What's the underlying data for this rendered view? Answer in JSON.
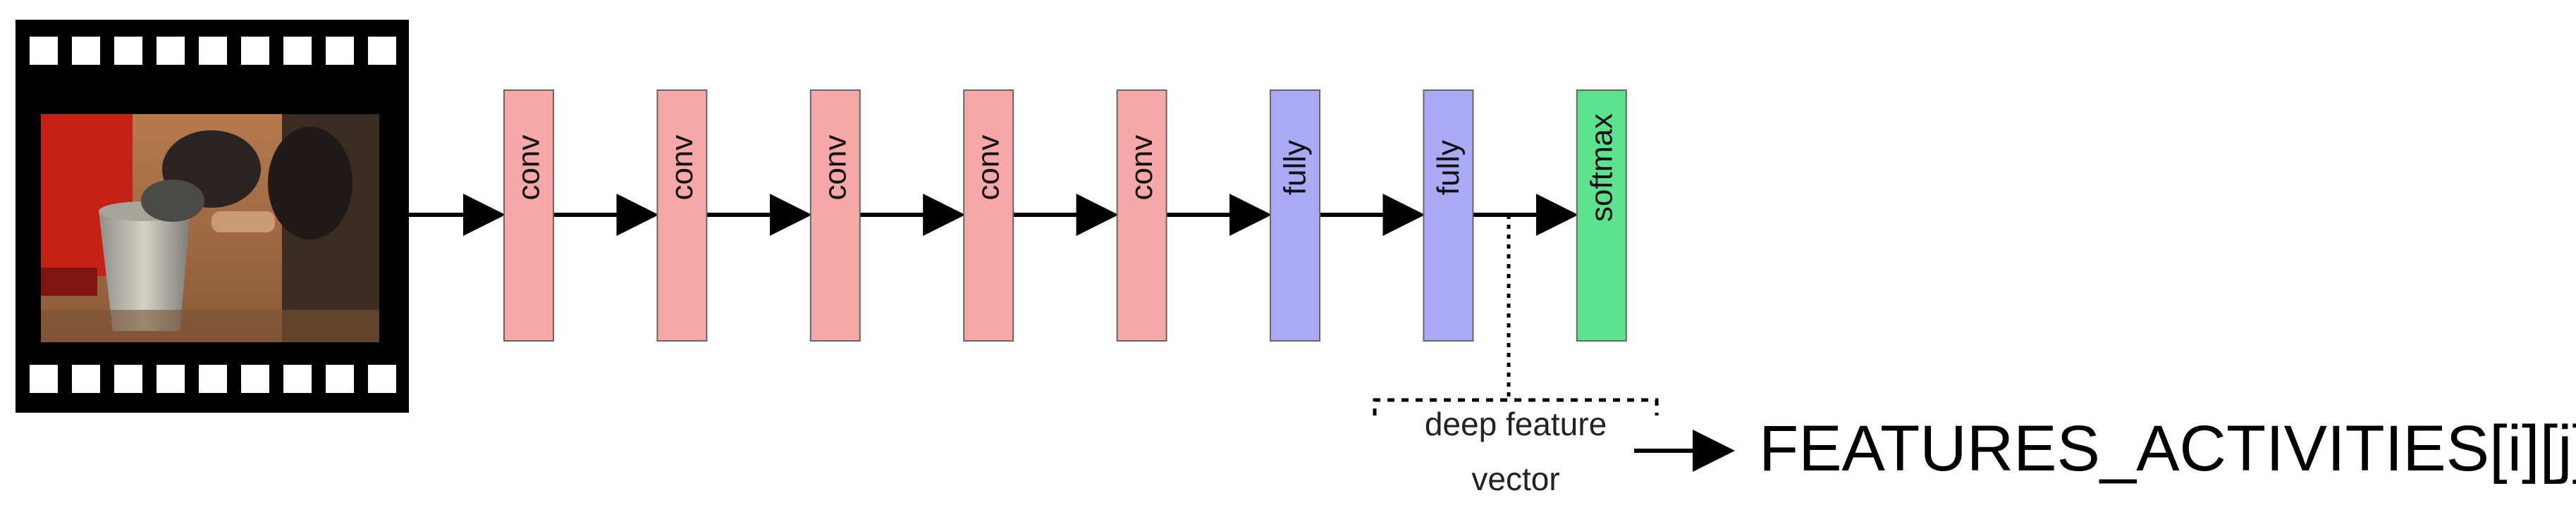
{
  "layers": [
    {
      "label": "conv",
      "kind": "conv",
      "color": "#f6a8a8"
    },
    {
      "label": "conv",
      "kind": "conv",
      "color": "#f6a8a8"
    },
    {
      "label": "conv",
      "kind": "conv",
      "color": "#f6a8a8"
    },
    {
      "label": "conv",
      "kind": "conv",
      "color": "#f6a8a8"
    },
    {
      "label": "conv",
      "kind": "conv",
      "color": "#f6a8a8"
    },
    {
      "label": "fully",
      "kind": "fully",
      "color": "#a9a9f4"
    },
    {
      "label": "fully",
      "kind": "fully",
      "color": "#a9a9f4"
    },
    {
      "label": "softmax",
      "kind": "softmax",
      "color": "#5de38f"
    }
  ],
  "feature_box": {
    "line1": "deep feature",
    "line2": "vector"
  },
  "output_label": "FEATURES_ACTIVITIES[i][j]",
  "input": {
    "icon": "video-film-frame-icon"
  }
}
